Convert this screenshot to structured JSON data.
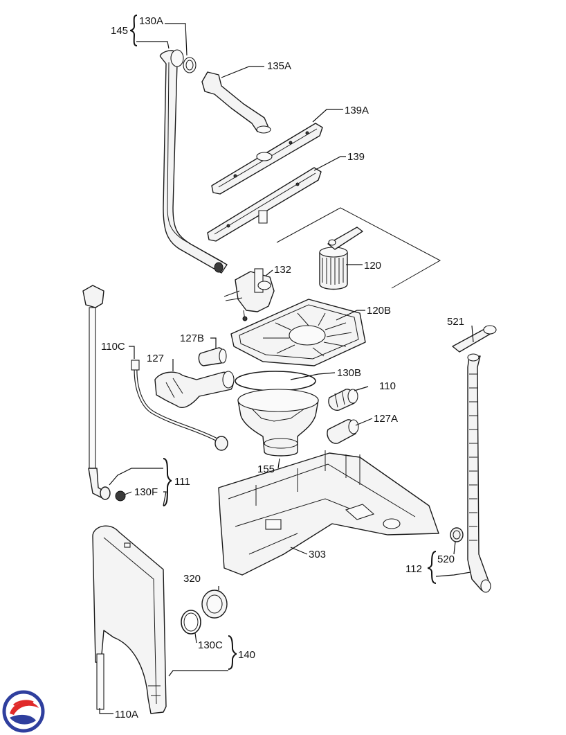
{
  "labels": {
    "p145": "145",
    "p130a": "130A",
    "p135a": "135A",
    "p139a": "139A",
    "p139": "139",
    "p120": "120",
    "p132": "132",
    "p120b": "120B",
    "p521": "521",
    "p110c": "110C",
    "p127b": "127B",
    "p127": "127",
    "p130b": "130B",
    "p110": "110",
    "p127a": "127A",
    "p155": "155",
    "p111": "111",
    "p130f": "130F",
    "p303": "303",
    "p112": "112",
    "p520": "520",
    "p320": "320",
    "p130c": "130C",
    "p140": "140",
    "p110a": "110A"
  },
  "logo": {
    "name": "circular-swirl-logo",
    "colors": [
      "#2f3f9e",
      "#e02a2a"
    ]
  }
}
